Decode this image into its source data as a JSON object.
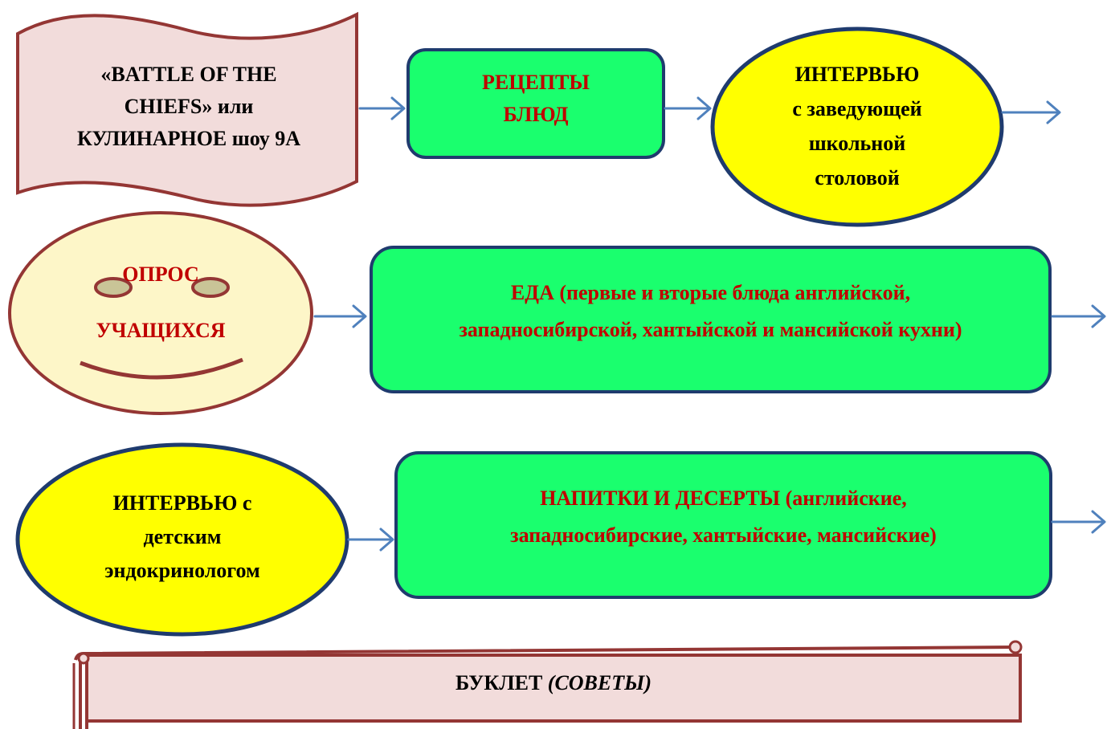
{
  "nodes": {
    "battle": {
      "lines": [
        "«BATTLE OF THE",
        "CHIEFS» или",
        "КУЛИНАРНОЕ шоу 9А"
      ]
    },
    "recipes": {
      "lines": [
        "РЕЦЕПТЫ",
        "БЛЮД"
      ]
    },
    "interview_canteen": {
      "lines": [
        "ИНТЕРВЬЮ",
        "с заведующей",
        "школьной",
        "столовой"
      ]
    },
    "survey": {
      "line1": "ОПРОС",
      "line2": "УЧАЩИХСЯ"
    },
    "food": {
      "red": "ЕДА",
      "black": " (первые и вторые блюда английской,",
      "line2": "западносибирской, хантыйской и мансийской кухни)"
    },
    "interview_doctor": {
      "lines": [
        "ИНТЕРВЬЮ с",
        "детским",
        "эндокринологом"
      ]
    },
    "drinks": {
      "red": "НАПИТКИ И ДЕСЕРТЫ",
      "black": " (английские,",
      "line2": "западносибирские, хантыйские, мансийские)"
    },
    "booklet": {
      "main": "БУКЛЕТ ",
      "italic": "(СОВЕТЫ)"
    }
  },
  "colors": {
    "green_fill": "#1aff6e",
    "yellow_fill": "#ffff00",
    "pink_fill": "#f2dcdb",
    "cream_fill": "#fdf6c8",
    "blue_border": "#1f3b6e",
    "maroon_border": "#943634",
    "arrow": "#4f81bd",
    "red_text": "#c00000"
  }
}
